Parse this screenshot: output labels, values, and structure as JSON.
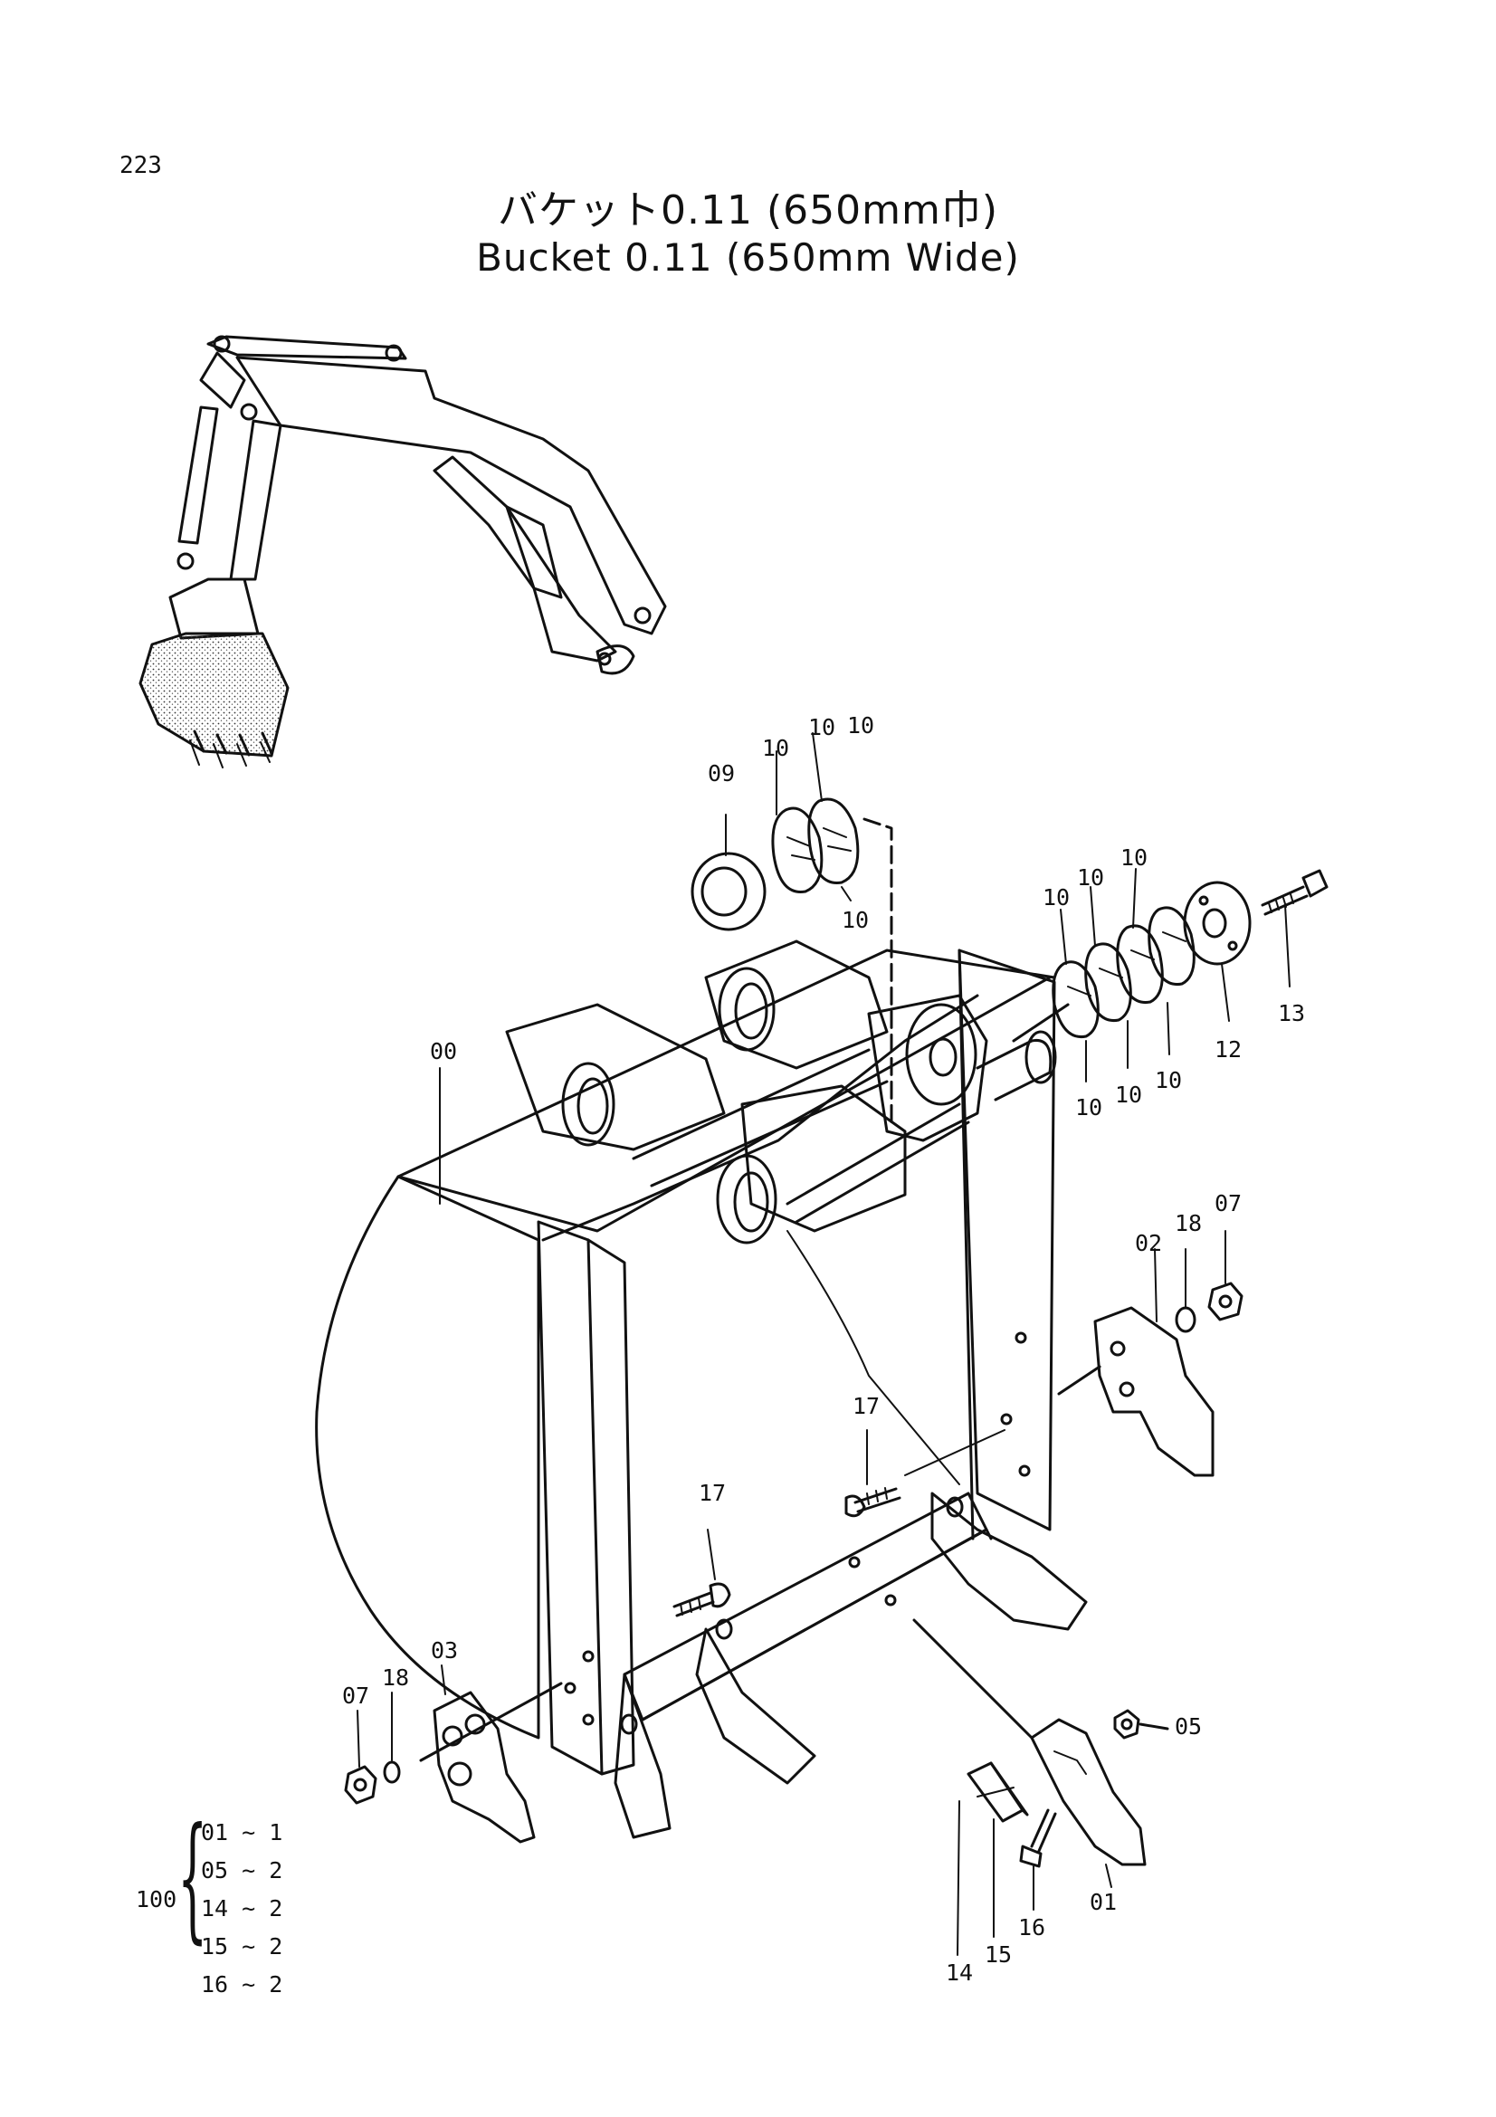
{
  "page_number": "223",
  "title_jp": "バケット0.11 (650mm巾)",
  "title_en": "Bucket 0.11 (650mm Wide)",
  "callouts": {
    "c00": "00",
    "c01": "01",
    "c02": "02",
    "c03": "03",
    "c05": "05",
    "c07a": "07",
    "c07b": "07",
    "c09": "09",
    "c10a": "10",
    "c10b": "10",
    "c10c": "10",
    "c10d": "10",
    "c10e": "10",
    "c10f": "10",
    "c10g": "10",
    "c10h": "10",
    "c10i": "10",
    "c10j": "10",
    "c12": "12",
    "c13": "13",
    "c14": "14",
    "c15": "15",
    "c16": "16",
    "c17a": "17",
    "c17b": "17",
    "c18a": "18",
    "c18b": "18"
  },
  "kit": {
    "id": "100",
    "items": [
      "01 ~ 1",
      "05 ~ 2",
      "14 ~ 2",
      "15 ~ 2",
      "16 ~ 2"
    ]
  }
}
